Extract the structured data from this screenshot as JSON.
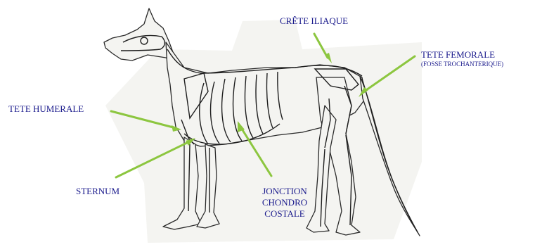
{
  "colors": {
    "label_text": "#1a1a8c",
    "pointer": "#8cc63f",
    "bone": "#f2f2ef",
    "outline": "#2a2a2a",
    "paper": "#e9e9e6"
  },
  "labels": {
    "crete_iliaque": "CRÊTE ILIAQUE",
    "tete_femorale": "TETE FEMORALE",
    "tete_femorale_sub": "(FOSSE TROCHANTERIQUE)",
    "tete_humerale": "TETE HUMERALE",
    "sternum": "STERNUM",
    "jonction_line1": "JONCTION",
    "jonction_line2": "CHONDRO",
    "jonction_line3": "COSTALE"
  }
}
